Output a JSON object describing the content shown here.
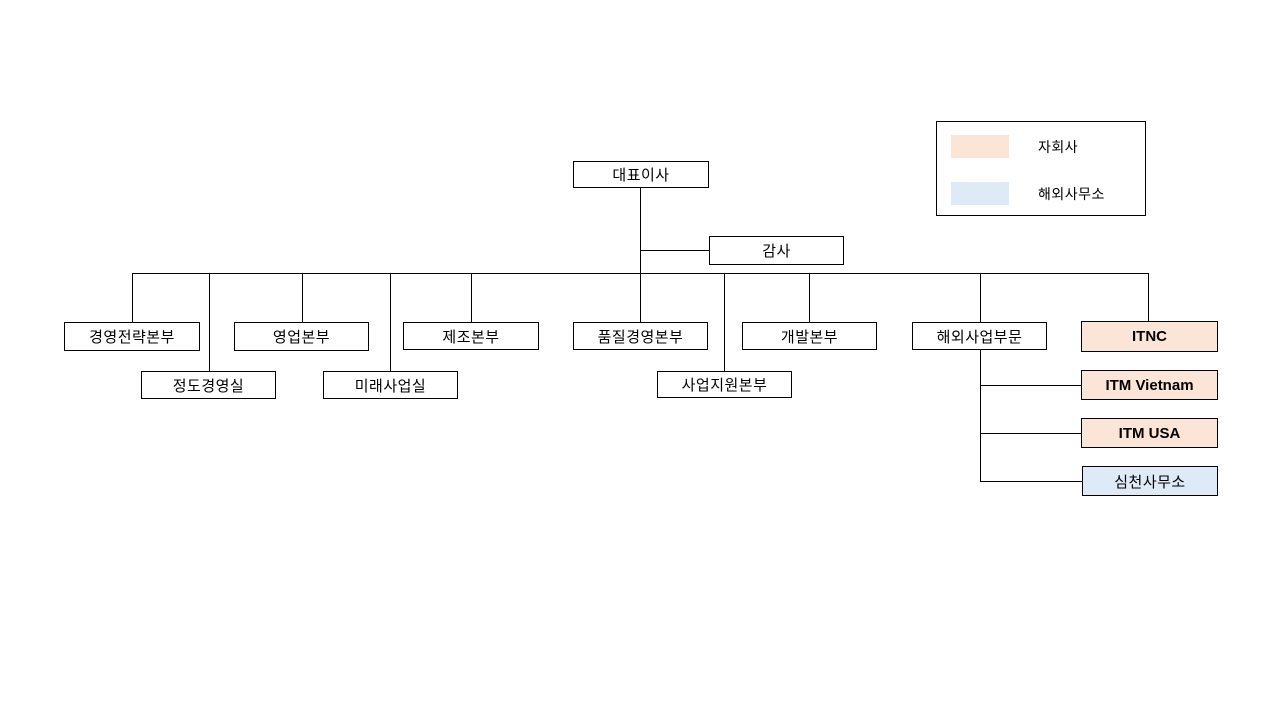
{
  "nodes": {
    "ceo": {
      "label": "대표이사"
    },
    "auditor": {
      "label": "감사"
    },
    "strategy": {
      "label": "경영전략본부"
    },
    "sales": {
      "label": "영업본부"
    },
    "manufacturing": {
      "label": "제조본부"
    },
    "quality": {
      "label": "품질경영본부"
    },
    "development": {
      "label": "개발본부"
    },
    "overseas_division": {
      "label": "해외사업부문"
    },
    "itnc": {
      "label": "ITNC",
      "type": "subsidiary",
      "fill": "#FBE5D6"
    },
    "jeongdo_office": {
      "label": "정도경영실"
    },
    "future_business_office": {
      "label": "미래사업실"
    },
    "business_support": {
      "label": "사업지원본부"
    },
    "itm_vietnam": {
      "label": "ITM Vietnam",
      "type": "subsidiary",
      "fill": "#FBE5D6"
    },
    "itm_usa": {
      "label": "ITM USA",
      "type": "subsidiary",
      "fill": "#FBE5D6"
    },
    "shenzhen_office": {
      "label": "심천사무소",
      "type": "overseas_office",
      "fill": "#DEEBF7"
    }
  },
  "legend": {
    "items": [
      {
        "label": "자회사",
        "color": "#FBE5D6"
      },
      {
        "label": "해외사무소",
        "color": "#DEEBF7"
      }
    ]
  },
  "colors": {
    "subsidiary_fill": "#FBE5D6",
    "overseas_office_fill": "#DEEBF7",
    "line": "#000000",
    "border": "#000000",
    "background": "#FFFFFF"
  }
}
